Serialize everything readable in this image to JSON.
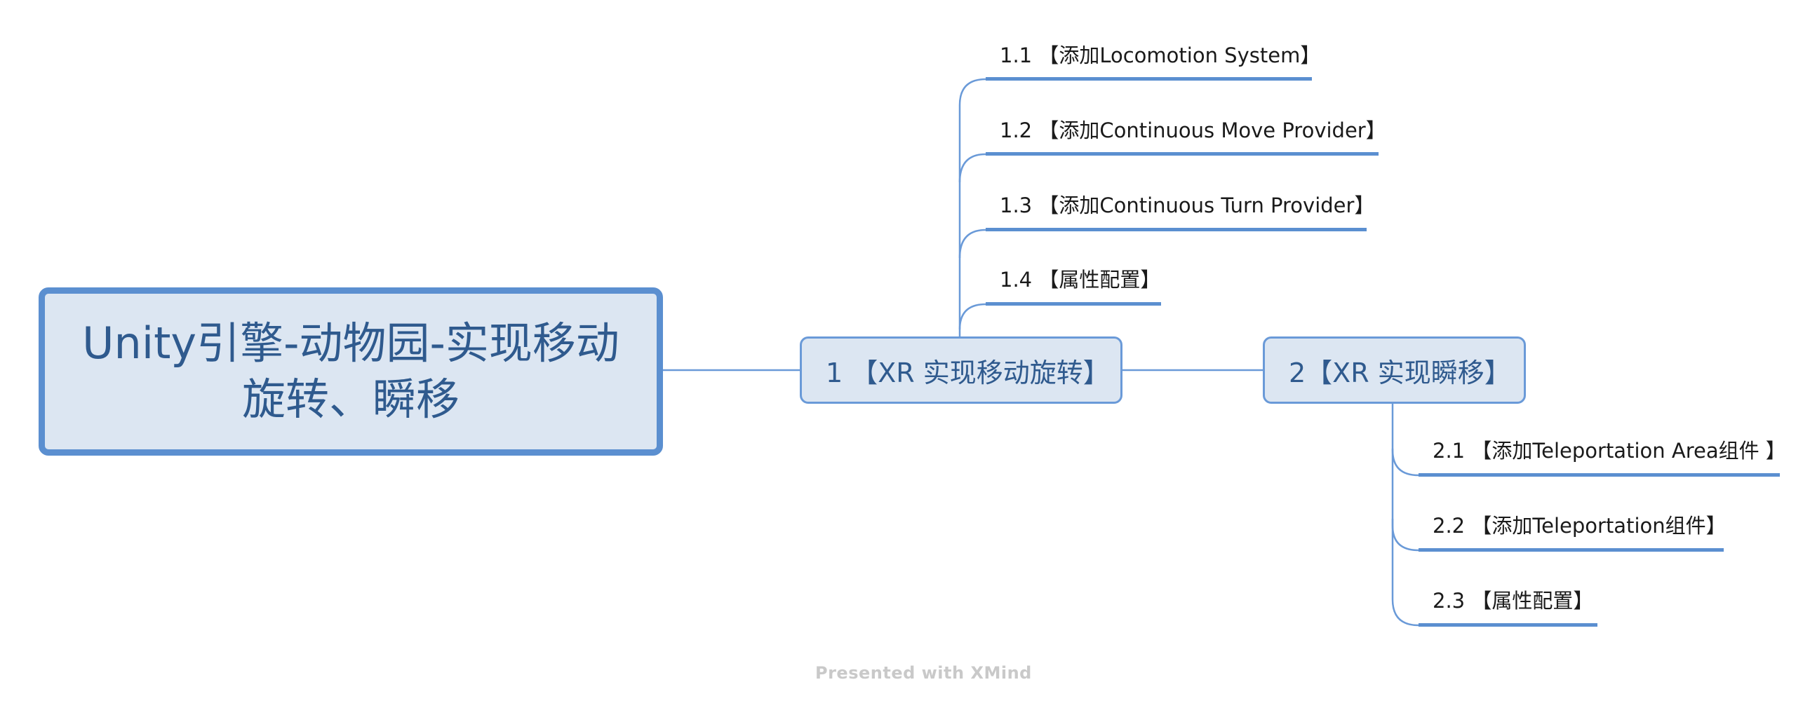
{
  "root": {
    "line1": "Unity引擎-动物园-实现移动",
    "line2": "旋转、瞬移"
  },
  "topics": [
    {
      "label": "1 【XR 实现移动旋转】",
      "children": [
        {
          "label": "1.1 【添加Locomotion System】"
        },
        {
          "label": "1.2 【添加Continuous Move Provider】"
        },
        {
          "label": "1.3 【添加Continuous Turn Provider】"
        },
        {
          "label": "1.4 【属性配置】"
        }
      ]
    },
    {
      "label": "2【XR 实现瞬移】",
      "children": [
        {
          "label": "2.1 【添加Teleportation Area组件 】"
        },
        {
          "label": "2.2 【添加Teleportation组件】"
        },
        {
          "label": "2.3 【属性配置】"
        }
      ]
    }
  ],
  "footer": "Presented with XMind",
  "colors": {
    "accent": "#5b8fd0",
    "node_fill": "#dce6f2",
    "node_text": "#2f5a8e",
    "connector": "#6a9ad8"
  }
}
